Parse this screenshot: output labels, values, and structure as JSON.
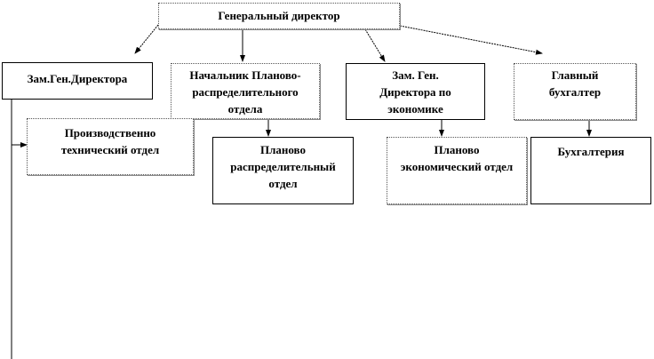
{
  "nodes": {
    "ceo": "Генеральный директор",
    "deputy": "Зам.Ген.Директора",
    "planning_head": "Начальник Планово-распределительного отдела",
    "deputy_econ": "Зам. Ген. Директора по экономике",
    "chief_accountant": "Главный бухгалтер",
    "production_dept": "Производственно технический отдел",
    "planning_dept": "Планово распределительный отдел",
    "econ_dept": "Планово экономический отдел",
    "accounting": "Бухгалтерия"
  }
}
